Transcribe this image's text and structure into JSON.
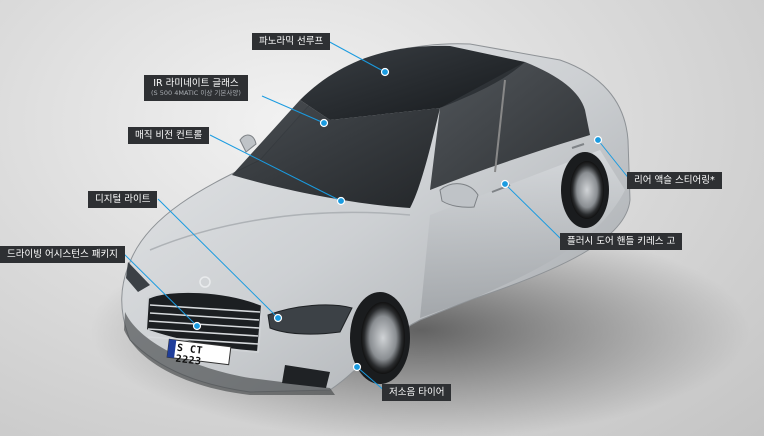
{
  "brand_accent": "#1a9be0",
  "label_bg": "#2e3033",
  "plate_text": "S CT 2223",
  "features": [
    {
      "id": "panoramic-sunroof",
      "label": "파노라믹 선루프"
    },
    {
      "id": "ir-glass",
      "label": "IR 라미네이트 글래스",
      "sublabel": "(S 500 4MATIC 이상 기본사양)"
    },
    {
      "id": "magic-vision-control",
      "label": "매직 비전 컨트롤"
    },
    {
      "id": "digital-light",
      "label": "디지털 라이트"
    },
    {
      "id": "driving-assistance",
      "label": "드라이빙 어시스턴스 패키지"
    },
    {
      "id": "rear-axle-steering",
      "label": "리어 액슬 스티어링*"
    },
    {
      "id": "flush-door-handle",
      "label": "플러시 도어 핸들 키레스 고"
    },
    {
      "id": "low-noise-tire",
      "label": "저소음 타이어"
    }
  ]
}
